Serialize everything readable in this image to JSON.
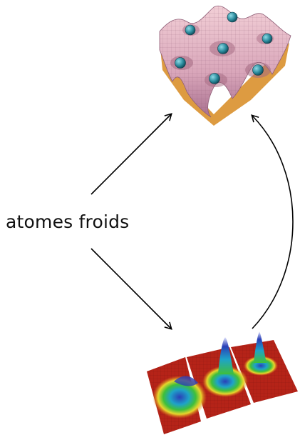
{
  "center_label": "atomes froids",
  "icons": {
    "top": "optical-lattice-surface-with-atoms",
    "bottom": "bose-einstein-condensate-density-plots"
  },
  "colors": {
    "text": "#111111",
    "arrow": "#000000",
    "lattice_surface": "#e7b8c6",
    "lattice_grid": "#8f5e77",
    "lattice_edge": "#d9902c",
    "atom": "#2a8a9c",
    "bec_base": "#b52318",
    "bec_peak": "#2a3fb8"
  }
}
